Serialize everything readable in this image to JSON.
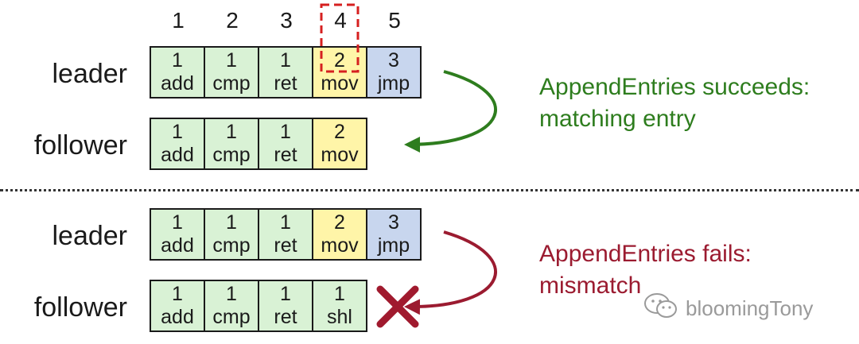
{
  "indices": [
    "1",
    "2",
    "3",
    "4",
    "5"
  ],
  "sections": [
    {
      "leader": {
        "label": "leader",
        "entries": [
          {
            "term": "1",
            "cmd": "add",
            "color": "#d9f2d5"
          },
          {
            "term": "1",
            "cmd": "cmp",
            "color": "#d9f2d5"
          },
          {
            "term": "1",
            "cmd": "ret",
            "color": "#d9f2d5"
          },
          {
            "term": "2",
            "cmd": "mov",
            "color": "#fff5a8"
          },
          {
            "term": "3",
            "cmd": "jmp",
            "color": "#c8d6ee"
          }
        ]
      },
      "follower": {
        "label": "follower",
        "entries": [
          {
            "term": "1",
            "cmd": "add",
            "color": "#d9f2d5"
          },
          {
            "term": "1",
            "cmd": "cmp",
            "color": "#d9f2d5"
          },
          {
            "term": "1",
            "cmd": "ret",
            "color": "#d9f2d5"
          },
          {
            "term": "2",
            "cmd": "mov",
            "color": "#fff5a8"
          }
        ]
      },
      "message_lines": [
        "AppendEntries succeeds:",
        "matching entry"
      ],
      "message_color": "#2e7d1e"
    },
    {
      "leader": {
        "label": "leader",
        "entries": [
          {
            "term": "1",
            "cmd": "add",
            "color": "#d9f2d5"
          },
          {
            "term": "1",
            "cmd": "cmp",
            "color": "#d9f2d5"
          },
          {
            "term": "1",
            "cmd": "ret",
            "color": "#d9f2d5"
          },
          {
            "term": "2",
            "cmd": "mov",
            "color": "#fff5a8"
          },
          {
            "term": "3",
            "cmd": "jmp",
            "color": "#c8d6ee"
          }
        ]
      },
      "follower": {
        "label": "follower",
        "entries": [
          {
            "term": "1",
            "cmd": "add",
            "color": "#d9f2d5"
          },
          {
            "term": "1",
            "cmd": "cmp",
            "color": "#d9f2d5"
          },
          {
            "term": "1",
            "cmd": "ret",
            "color": "#d9f2d5"
          },
          {
            "term": "1",
            "cmd": "shl",
            "color": "#d9f2d5"
          }
        ]
      },
      "message_lines": [
        "AppendEntries fails:",
        "mismatch"
      ],
      "message_color": "#9b1b30"
    }
  ],
  "highlight_color": "#d62020",
  "watermark": "bloomingTony"
}
